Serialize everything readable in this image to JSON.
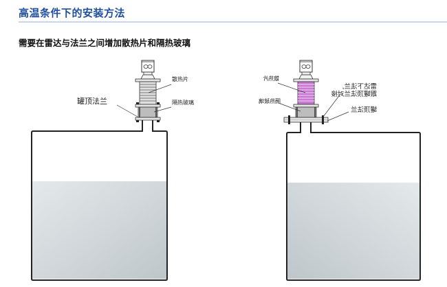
{
  "header": {
    "title": "高温条件下的安装方法",
    "subtitle": "需要在雷达与法兰之间增加散热片和隔热玻璃"
  },
  "left_diagram": {
    "labels": {
      "tank_flange": "罐顶法兰",
      "heat_sink": "散热片",
      "insulation_glass": "隔热玻璃"
    }
  },
  "right_diagram": {
    "labels": {
      "heat_sink": "散热片",
      "insulation_glass": "隔热玻璃",
      "note_line1": "雷达下法兰,",
      "note_line2": "跟罐顶法兰对接",
      "tank_flange": "罐顶法兰"
    }
  },
  "colors": {
    "title": "#1f4e9c",
    "heat_sink_right": "#c77ad0",
    "liquid": "#d3dadd"
  }
}
